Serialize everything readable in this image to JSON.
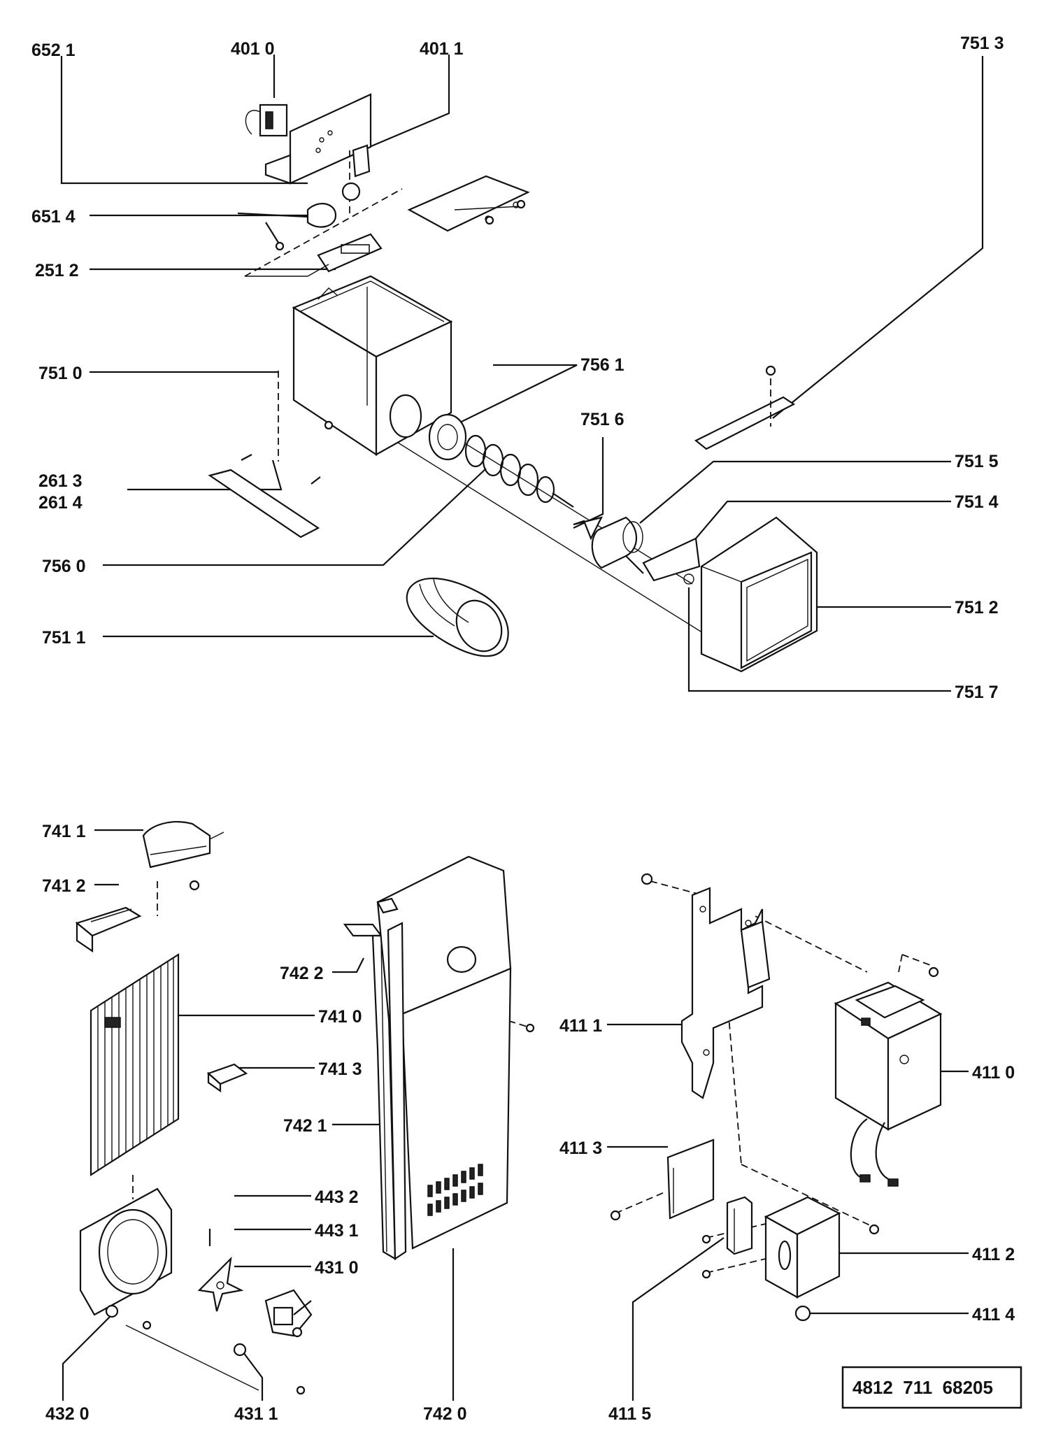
{
  "callouts": {
    "c6521": "652 1",
    "c4010": "401 0",
    "c4011": "401 1",
    "c7513": "751 3",
    "c6514": "651 4",
    "c2512": "251 2",
    "c7510": "751 0",
    "c7561": "756 1",
    "c7516": "751 6",
    "c7515": "751 5",
    "c7514": "751 4",
    "c2613": "261 3",
    "c2614": "261 4",
    "c7560": "756 0",
    "c7512": "751 2",
    "c7511": "751 1",
    "c7517": "751 7",
    "c7411": "741 1",
    "c7412": "741 2",
    "c7422": "742 2",
    "c7410": "741 0",
    "c4111": "411 1",
    "c4110": "411 0",
    "c7413": "741 3",
    "c7421": "742 1",
    "c4113": "411 3",
    "c4432": "443 2",
    "c4431": "443 1",
    "c4310": "431 0",
    "c4112": "411 2",
    "c4114": "411 4",
    "c4320": "432 0",
    "c4311": "431 1",
    "c7420": "742 0",
    "c4115": "411 5"
  },
  "document_number": "4812  711  68205"
}
